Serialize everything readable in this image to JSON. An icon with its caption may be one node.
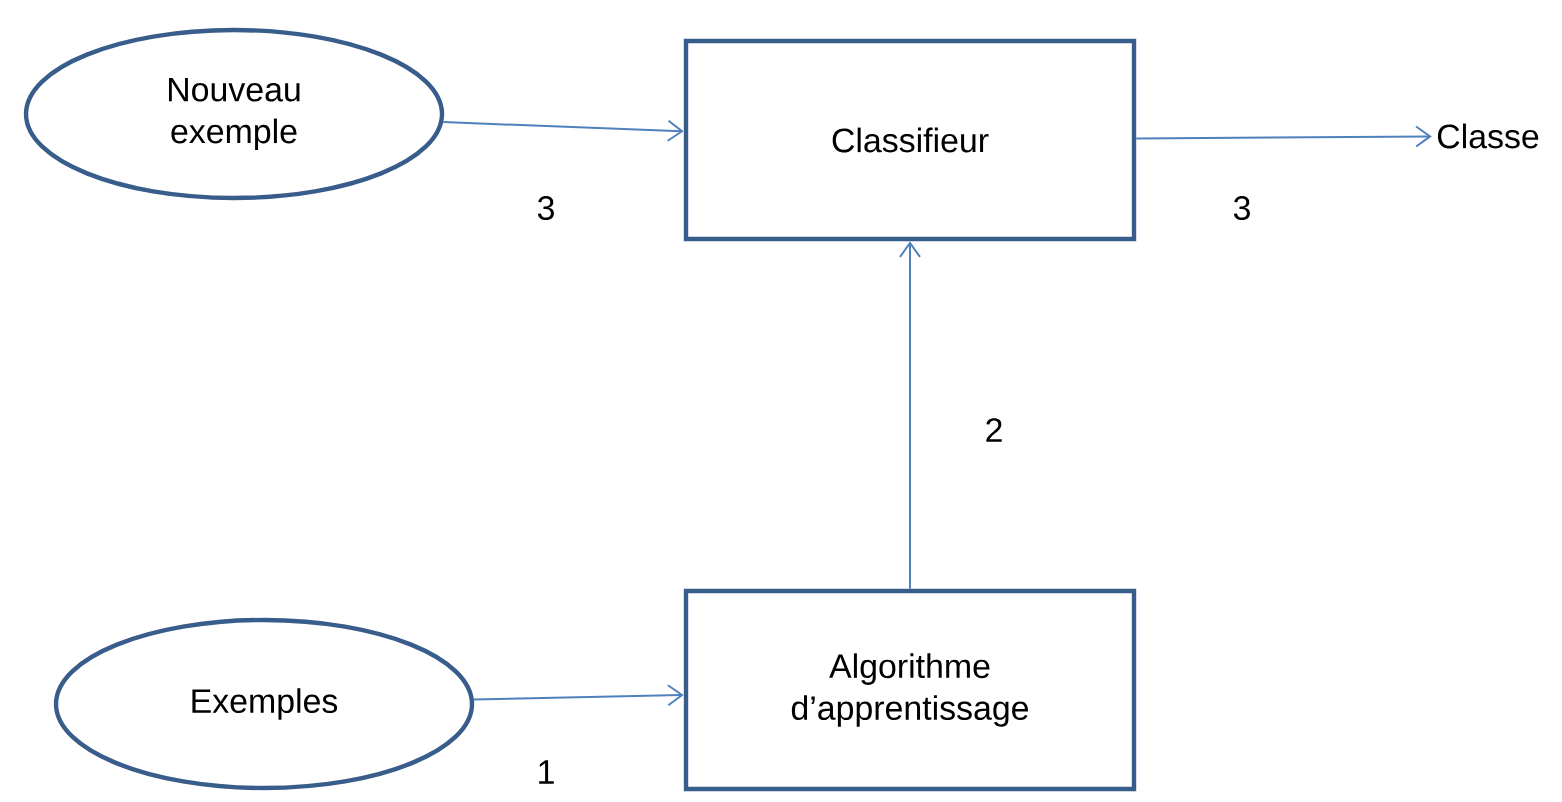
{
  "diagram": {
    "nodes": [
      {
        "text": [
          "Nouveau exemple"
        ]
      },
      {
        "text": [
          "Classifieur"
        ]
      },
      {
        "text": [
          "Classe"
        ]
      },
      {
        "text": [
          "Exemples"
        ]
      },
      {
        "text": [
          "Algorithme d’apprentissage"
        ]
      }
    ],
    "edges": [
      {
        "from": 0,
        "to": 1,
        "arrow": "to",
        "label": "3"
      },
      {
        "from": 1,
        "to": 2,
        "arrow": "to",
        "label": "3"
      },
      {
        "from": 4,
        "to": 1,
        "arrow": "to",
        "label": "2"
      },
      {
        "from": 3,
        "to": 4,
        "arrow": "to",
        "label": "1"
      }
    ]
  }
}
